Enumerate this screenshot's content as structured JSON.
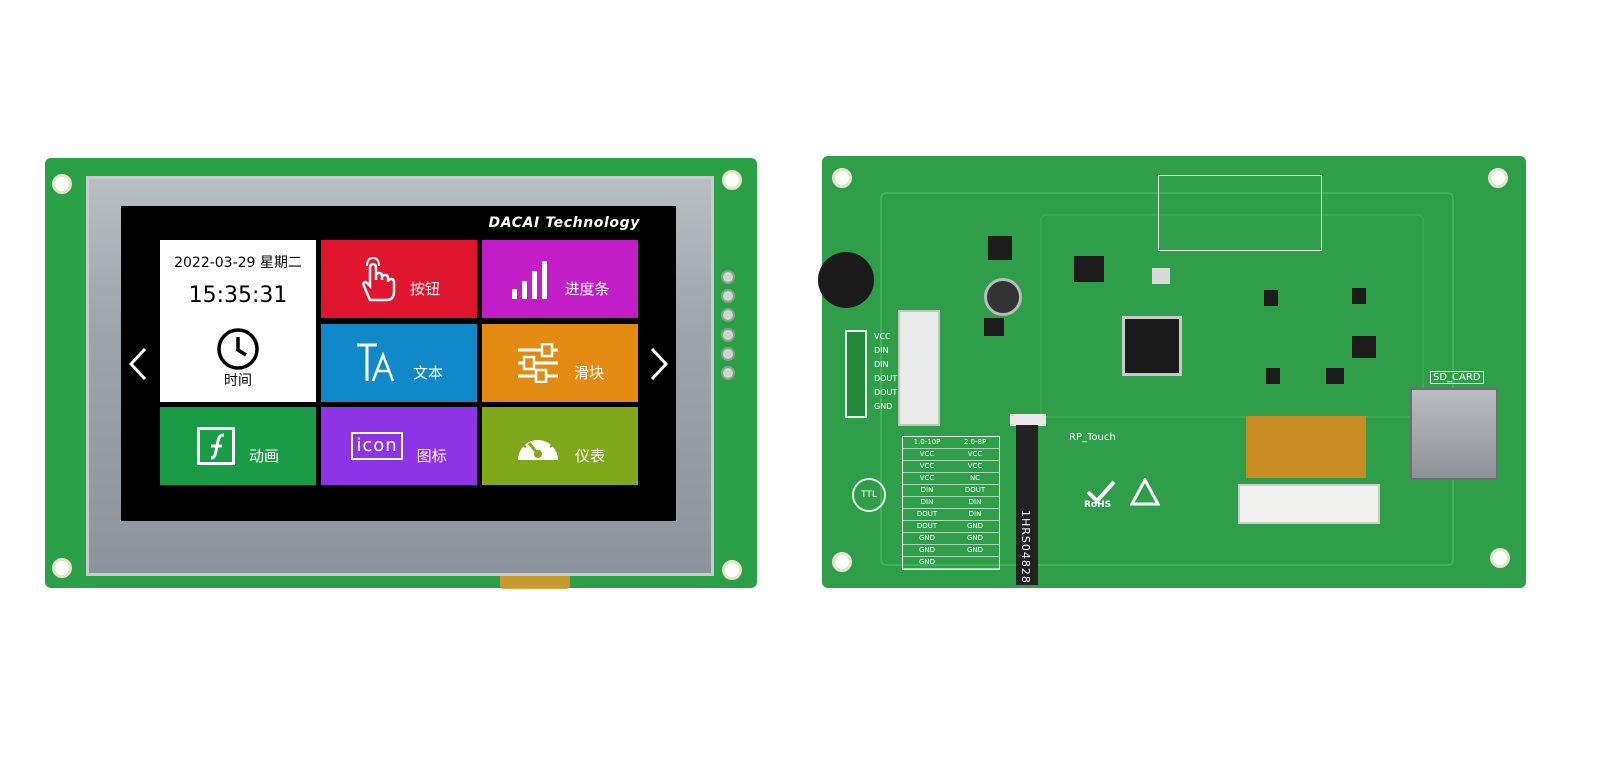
{
  "front_display": {
    "brand": "DACAI Technology",
    "nav": {
      "left": "<",
      "right": ">"
    },
    "time_tile": {
      "date": "2022-03-29 星期二",
      "time": "15:35:31",
      "label": "时间",
      "color": "#ffffff"
    },
    "tiles": [
      {
        "label": "按钮",
        "icon": "hand-pointer-icon",
        "color": "#e0162f"
      },
      {
        "label": "进度条",
        "icon": "signal-bars-icon",
        "color": "#c21ec8"
      },
      {
        "label": "文本",
        "icon": "text-ta-icon",
        "color": "#1188c8"
      },
      {
        "label": "滑块",
        "icon": "sliders-icon",
        "color": "#e38a12"
      },
      {
        "label": "动画",
        "icon": "flash-icon",
        "color": "#1a9b45"
      },
      {
        "label": "图标",
        "icon": "icon-text-icon",
        "color": "#8d34e6"
      },
      {
        "label": "仪表",
        "icon": "gauge-icon",
        "color": "#7fa81c"
      }
    ],
    "icon_text": "icon"
  },
  "back_board": {
    "labels": {
      "sd_card": "SD_CARD",
      "rp_touch": "RP_Touch",
      "ttl": "TTL",
      "rohs": "RoHS",
      "ribbon": "1HRS04828",
      "vcc": "VCC",
      "din": "DIN",
      "dout": "DOUT",
      "gnd": "GND"
    },
    "pin_table": {
      "headers": [
        "1.0-10P",
        "2.0-8P"
      ],
      "rows": [
        [
          "VCC",
          "VCC"
        ],
        [
          "VCC",
          "VCC"
        ],
        [
          "VCC",
          "NC"
        ],
        [
          "DIN",
          "DOUT"
        ],
        [
          "DIN",
          "DIN"
        ],
        [
          "DOUT",
          "DIN"
        ],
        [
          "DOUT",
          "GND"
        ],
        [
          "GND",
          "GND"
        ],
        [
          "GND",
          "GND"
        ],
        [
          "GND",
          ""
        ]
      ]
    }
  }
}
